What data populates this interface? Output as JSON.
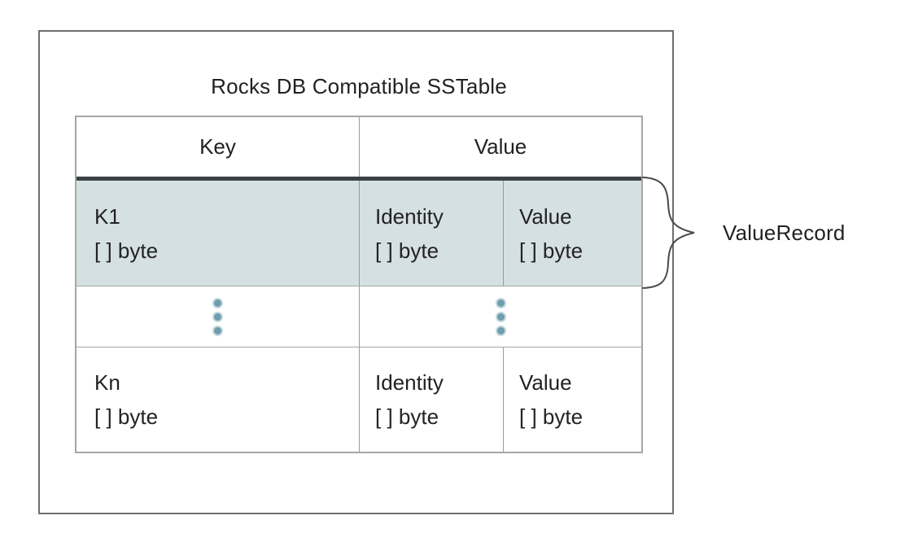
{
  "diagram": {
    "title": "Rocks DB Compatible SSTable",
    "table": {
      "header": {
        "key": "Key",
        "value": "Value"
      },
      "rows": {
        "first": {
          "key_name": "K1",
          "key_bytes": "[ ] byte",
          "identity_name": "Identity",
          "identity_bytes": "[ ] byte",
          "value_name": "Value",
          "value_bytes": "[ ] byte"
        },
        "last": {
          "key_name": "Kn",
          "key_bytes": "[ ] byte",
          "identity_name": "Identity",
          "identity_bytes": "[ ] byte",
          "value_name": "Value",
          "value_bytes": "[ ] byte"
        }
      },
      "ellipsis_icon": "vertical-ellipsis"
    },
    "annotation": {
      "label": "ValueRecord"
    }
  },
  "colors": {
    "canvas_bg": "#ffffff",
    "text_color": "#222222",
    "outer_border": "#6f6f6f",
    "table_border": "#a6a6a6",
    "inner_border": "#9b9b9b",
    "header_divider": "#3a4247",
    "highlight_row_bg": "#d5e0e3",
    "dot_fill": "#6e9eac",
    "dot_halo": "#c6d8dc",
    "brace_stroke": "#4a4a4a"
  }
}
